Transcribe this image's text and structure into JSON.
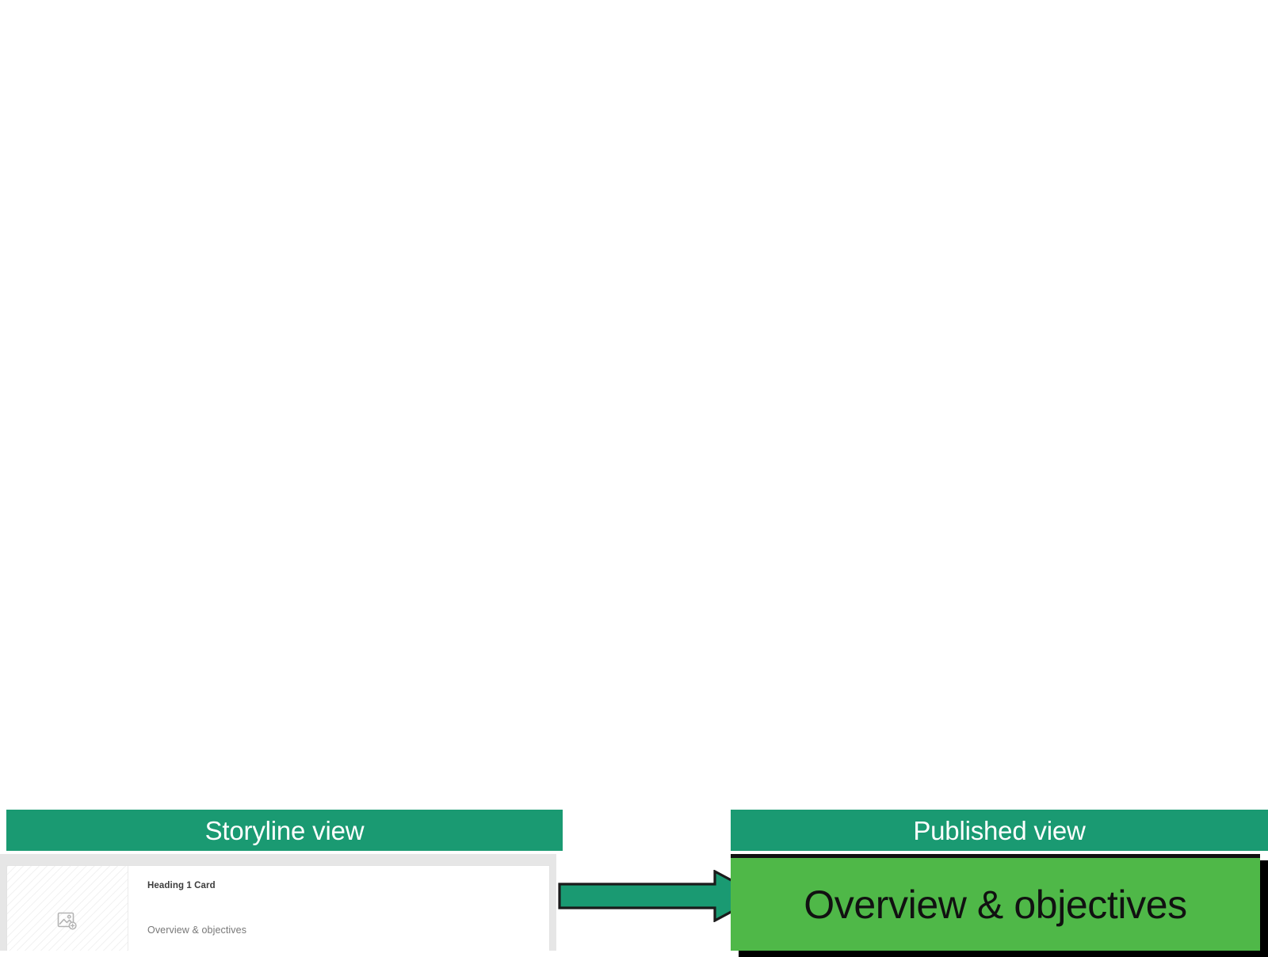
{
  "slide": {
    "background_color": "#ffffff",
    "accent_green": "#1A9A72",
    "highlight_green": "#4FB848",
    "outline_black": "#111111"
  },
  "left": {
    "caption": "Storyline view",
    "card": {
      "kicker": "Heading 1 Card",
      "title": "Overview & objectives",
      "thumbnail_icon": "image-placeholder-icon"
    }
  },
  "right": {
    "caption": "Published view",
    "heading": "Overview & objectives"
  },
  "connector": {
    "icon": "right-arrow-icon",
    "color": "#1A9A72"
  }
}
